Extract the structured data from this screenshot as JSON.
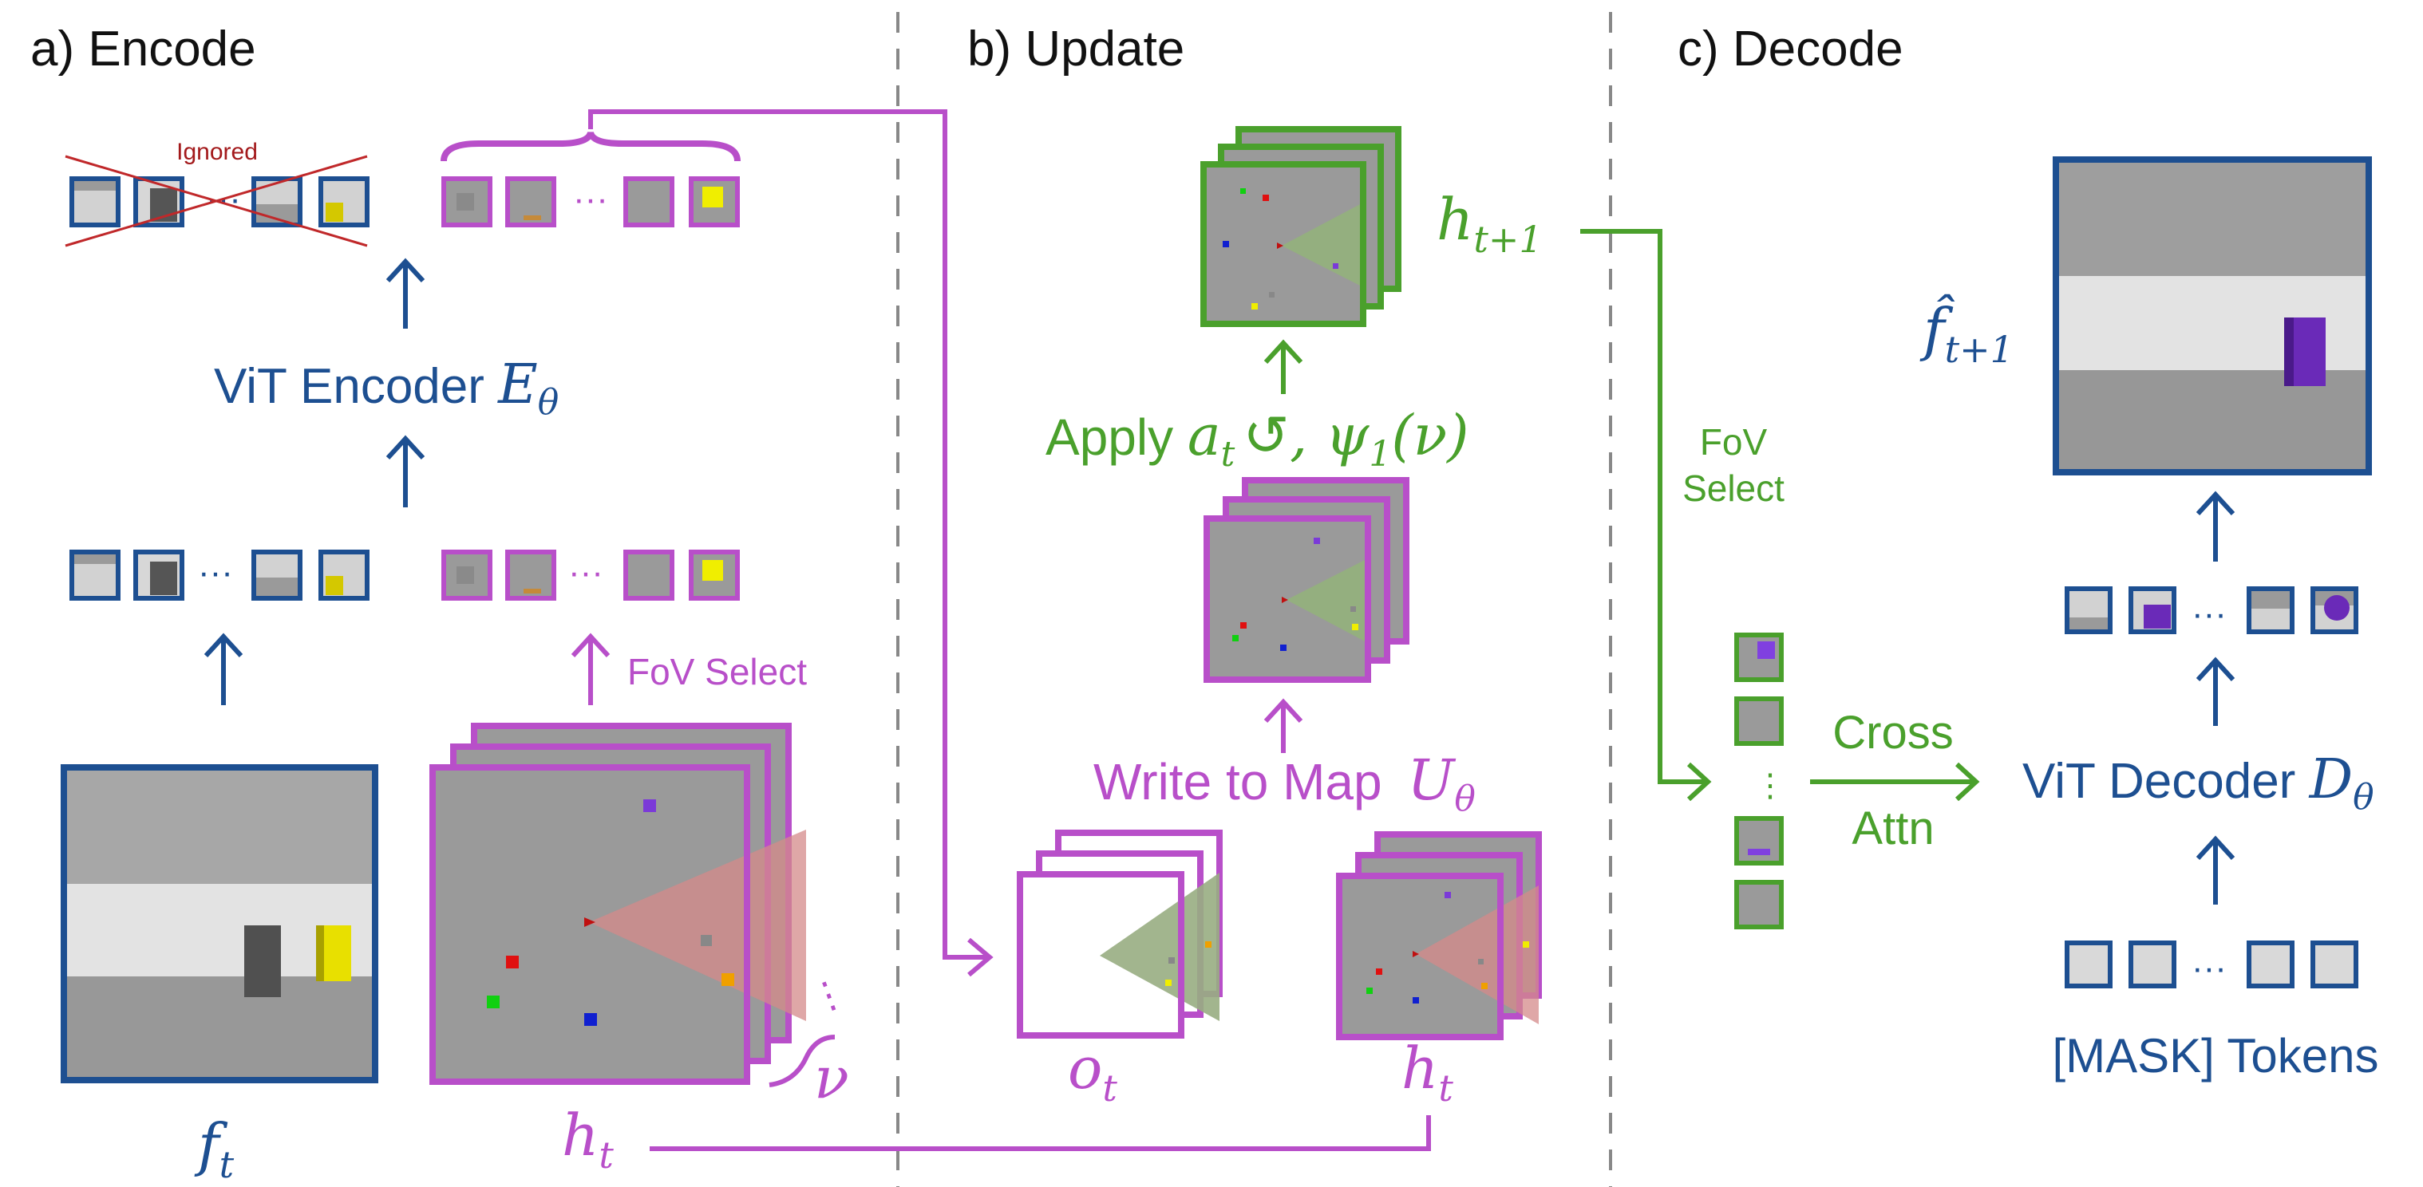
{
  "panels": {
    "encode": {
      "label": "a) Encode"
    },
    "update": {
      "label": "b) Update"
    },
    "decode": {
      "label": "c) Decode"
    }
  },
  "encode": {
    "ignored_label": "Ignored",
    "encoder_text": "ViT Encoder ",
    "encoder_sym": "E",
    "encoder_sub": "θ",
    "fov_select": "FoV Select",
    "ellipsis": "···",
    "frame_sym": "f",
    "frame_sub": "t",
    "map_sym": "h",
    "map_sub": "t",
    "dots_v": "⋮",
    "nu_sym": "ν"
  },
  "update": {
    "next_sym": "h",
    "next_sub": "t+1",
    "apply_text": "Apply ",
    "apply_a": "a",
    "apply_a_sub": "t",
    "rotate_glyph": "↺",
    "apply_psi": ", ψ",
    "apply_psi_sub": "1",
    "apply_psi_arg": "(ν)",
    "write_text": "Write to Map ",
    "write_sym": "U",
    "write_sub": "θ",
    "obs_sym": "o",
    "obs_sub": "t",
    "map_sym": "h",
    "map_sub": "t"
  },
  "decode": {
    "fov_select_1": "FoV",
    "fov_select_2": "Select",
    "cross_1": "Cross",
    "cross_2": "Attn",
    "decoder_text": "ViT Decoder ",
    "decoder_sym": "D",
    "decoder_sub": "θ",
    "pred_sym": "f̂",
    "pred_sub": "t+1",
    "mask_label": "[MASK] Tokens",
    "ellipsis": "···",
    "dots_v": "⋮"
  },
  "colors": {
    "blue": "#1d4f91",
    "purple": "#b84fc9",
    "green": "#4aa02c",
    "red_x": "#c0282a",
    "ignored_text": "#a3191b",
    "divider": "#888888"
  }
}
